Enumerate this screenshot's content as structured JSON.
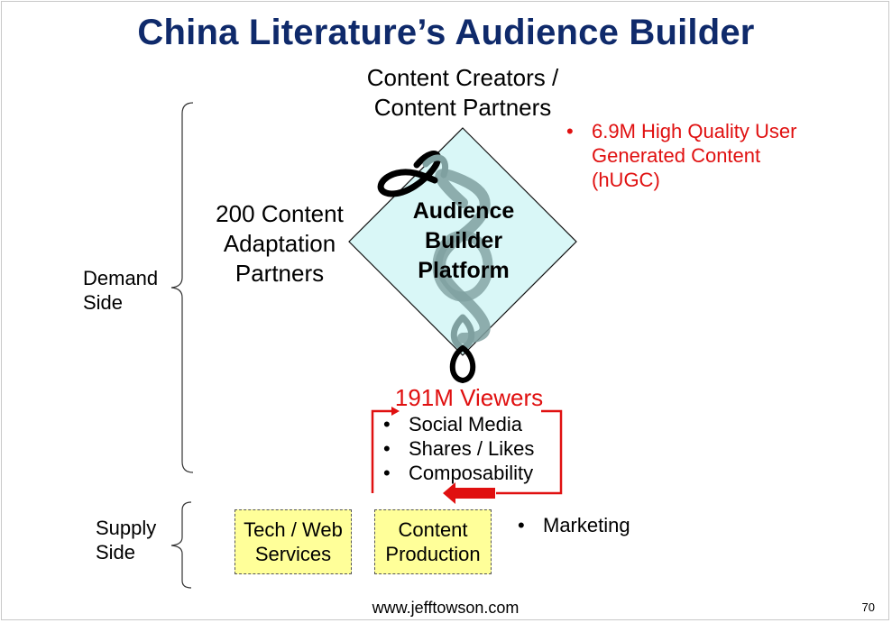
{
  "title": "China Literature’s Audience Builder",
  "content_creators": [
    "Content Creators /",
    "Content Partners"
  ],
  "hugc": {
    "bullet": "•",
    "lines": [
      "6.9M High Quality User",
      "Generated Content",
      "(hUGC)"
    ]
  },
  "adaptation": [
    "200 Content",
    "Adaptation",
    "Partners"
  ],
  "platform": [
    "Audience",
    "Builder",
    "Platform"
  ],
  "demand_side": [
    "Demand",
    "Side"
  ],
  "viewers": {
    "headline": "191M Viewers",
    "bullet": "•",
    "items": [
      "Social Media",
      "Shares / Likes",
      "Composability"
    ]
  },
  "supply_side": [
    "Supply",
    "Side"
  ],
  "supply_boxes": [
    [
      "Tech / Web",
      "Services"
    ],
    [
      "Content",
      "Production"
    ]
  ],
  "marketing": {
    "bullet": "•",
    "label": "Marketing"
  },
  "footer": "www.jefftowson.com",
  "page_number": "70",
  "colors": {
    "title": "#0f2a6b",
    "highlight": "#e01010",
    "diamond_fill": "#d9f7f7",
    "box_fill": "#ffff99",
    "knot": "#7fa0a0"
  }
}
